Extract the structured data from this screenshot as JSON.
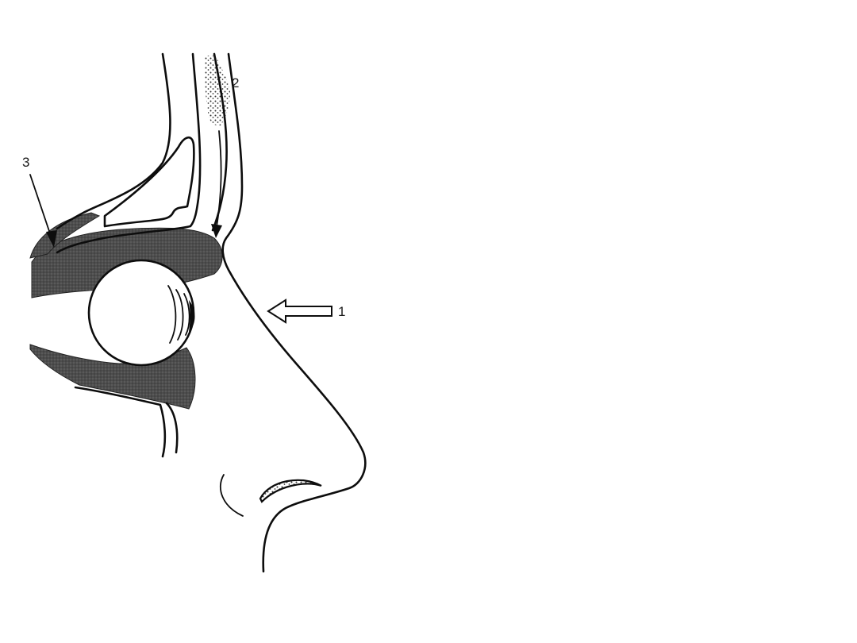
{
  "figure": {
    "description_colors": {
      "ink": "#0d0d0d",
      "tissue_shading": "#4a4a4a",
      "background": "#ffffff"
    },
    "labels": [
      {
        "id": "label-1",
        "text": "1"
      },
      {
        "id": "label-2",
        "text": "2"
      },
      {
        "id": "label-3",
        "text": "3"
      }
    ]
  }
}
